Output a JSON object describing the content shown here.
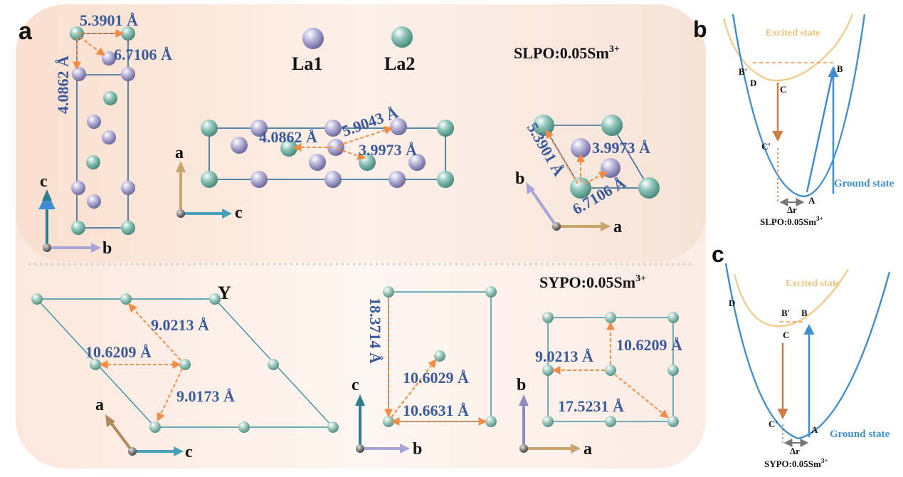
{
  "panels": {
    "a": "a",
    "b": "b",
    "c": "c"
  },
  "legend": {
    "la1": "La1",
    "la2": "La2",
    "y": "Y"
  },
  "compounds": {
    "slpo": "SLPO:0.05Sm",
    "sypo": "SYPO:0.05Sm",
    "sup": "3+"
  },
  "slpo_distances": {
    "d1": "5.3901 Å",
    "d2": "6.7106 Å",
    "d3": "4.0862 Å",
    "d4": "4.0862 Å",
    "d5": "5.9043 Å",
    "d6": "3.9973 Å",
    "d7": "5.3901 Å",
    "d8": "3.9973 Å",
    "d9": "6.7106 Å"
  },
  "sypo_distances": {
    "d1": "9.0213 Å",
    "d2": "10.6209 Å",
    "d3": "9.0173 Å",
    "d4": "18.3714 Å",
    "d5": "10.6029 Å",
    "d6": "10.6631 Å",
    "d7": "9.0213 Å",
    "d8": "10.6209 Å",
    "d9": "17.5231 Å"
  },
  "axes": {
    "a": "a",
    "b": "b",
    "c": "c"
  },
  "energy_b": {
    "excited": "Excited state",
    "ground": "Ground state",
    "points": {
      "A": "A",
      "B": "B",
      "Bp": "B′",
      "C": "C",
      "Cp": "C′",
      "D": "D"
    },
    "dr": "Δr",
    "caption": "SLPO:0.05Sm",
    "caption_sup": "3+"
  },
  "energy_c": {
    "excited": "Excited state",
    "ground": "Ground state",
    "points": {
      "A": "A",
      "B": "B",
      "Bp": "B′",
      "C": "C",
      "Cp": "C′",
      "D": "D"
    },
    "dr": "Δr",
    "caption": "SYPO:0.05Sm",
    "caption_sup": "3+"
  },
  "colors": {
    "background": "#fbe9df",
    "la1": "#a7a4cc",
    "la2": "#7fb8ae",
    "cell": "#2f6a9a",
    "arrow": "#f08c45",
    "text": "#3a5a9c",
    "excited": "#f2cc8c",
    "ground": "#3f8fd0",
    "c_axis": "#2e7d8f",
    "a_axis": "#c8a46e",
    "b_axis": "#a7a4d8"
  }
}
